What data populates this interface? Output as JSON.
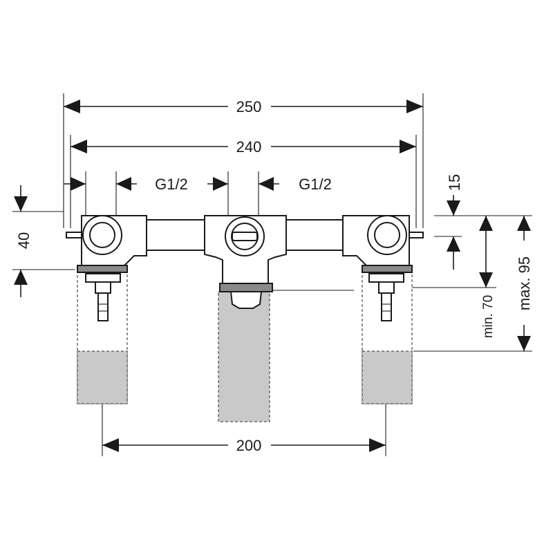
{
  "dimensions": {
    "overall_width": "250",
    "inner_width": "240",
    "thread_left": "G1/2",
    "thread_right": "G1/2",
    "offset_top": "15",
    "height_left": "40",
    "depth_min": "min. 70",
    "depth_max": "max. 95",
    "center_spacing": "200"
  }
}
